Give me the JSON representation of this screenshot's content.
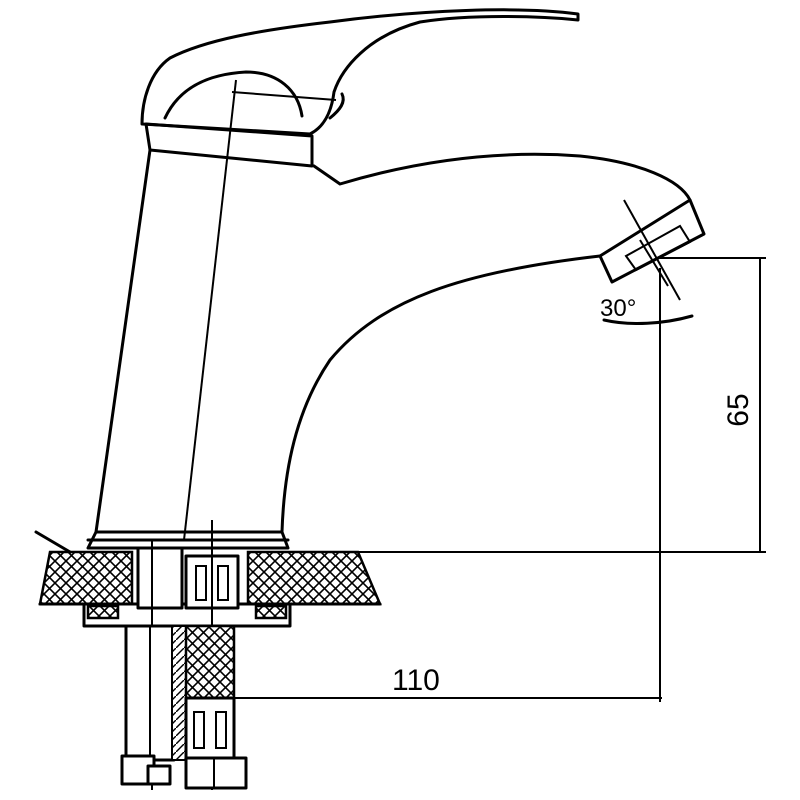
{
  "diagram": {
    "labels": {
      "angle": "30°",
      "height": "65",
      "reach": "110"
    }
  }
}
